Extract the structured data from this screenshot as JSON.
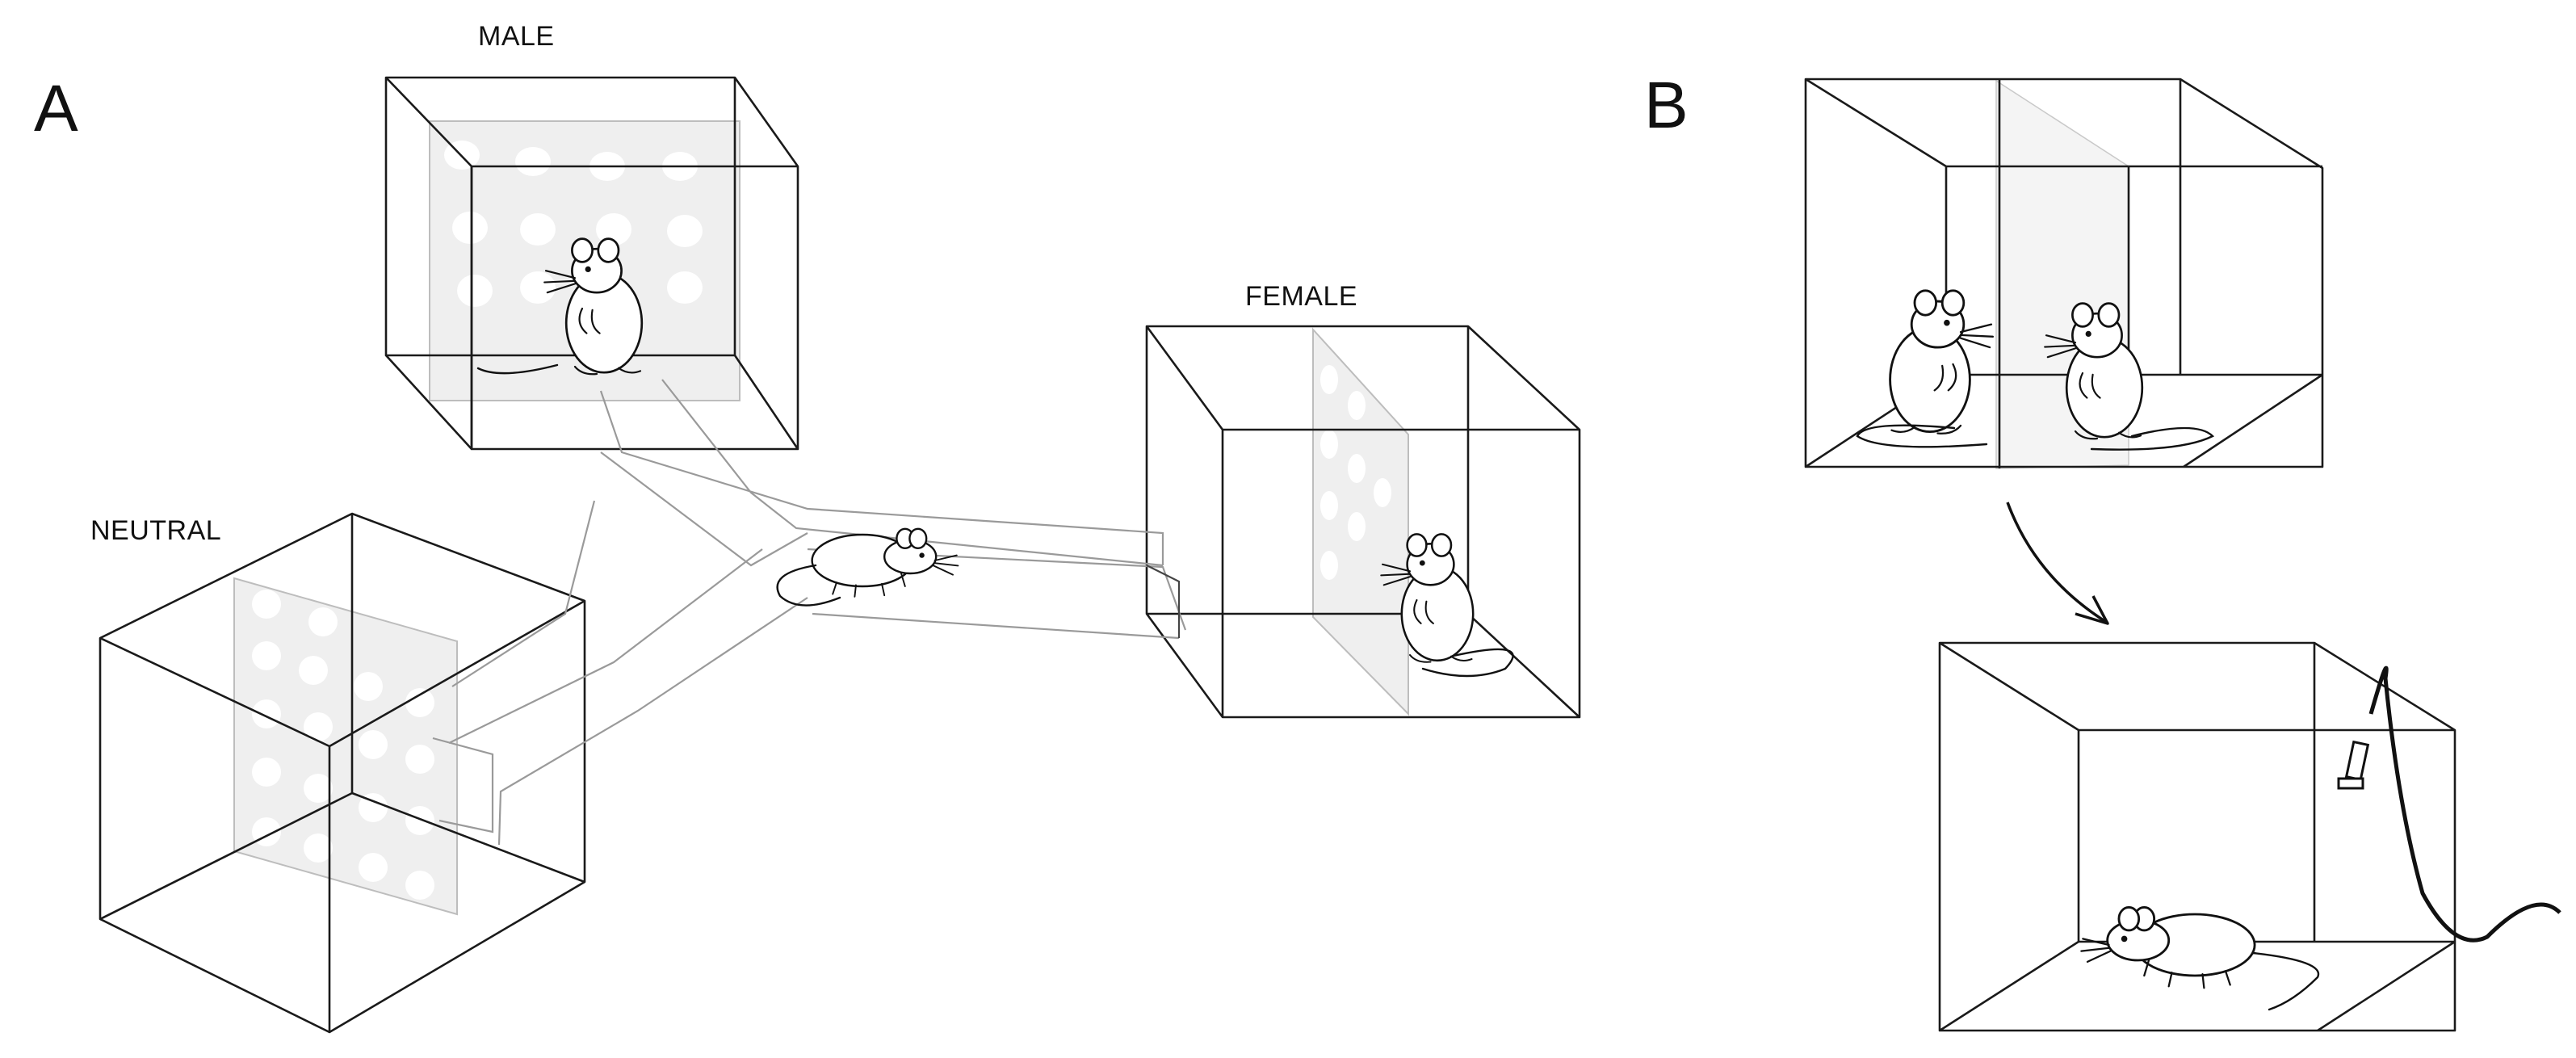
{
  "panels": {
    "a": {
      "label": "A"
    },
    "b": {
      "label": "B"
    }
  },
  "chambers": {
    "male": {
      "label": "MALE"
    },
    "female": {
      "label": "FEMALE"
    },
    "neutral": {
      "label": "NEUTRAL"
    }
  },
  "icons": {
    "mouse": "mouse-icon",
    "arrow": "curved-arrow-icon",
    "cable": "implant-cable-icon"
  }
}
